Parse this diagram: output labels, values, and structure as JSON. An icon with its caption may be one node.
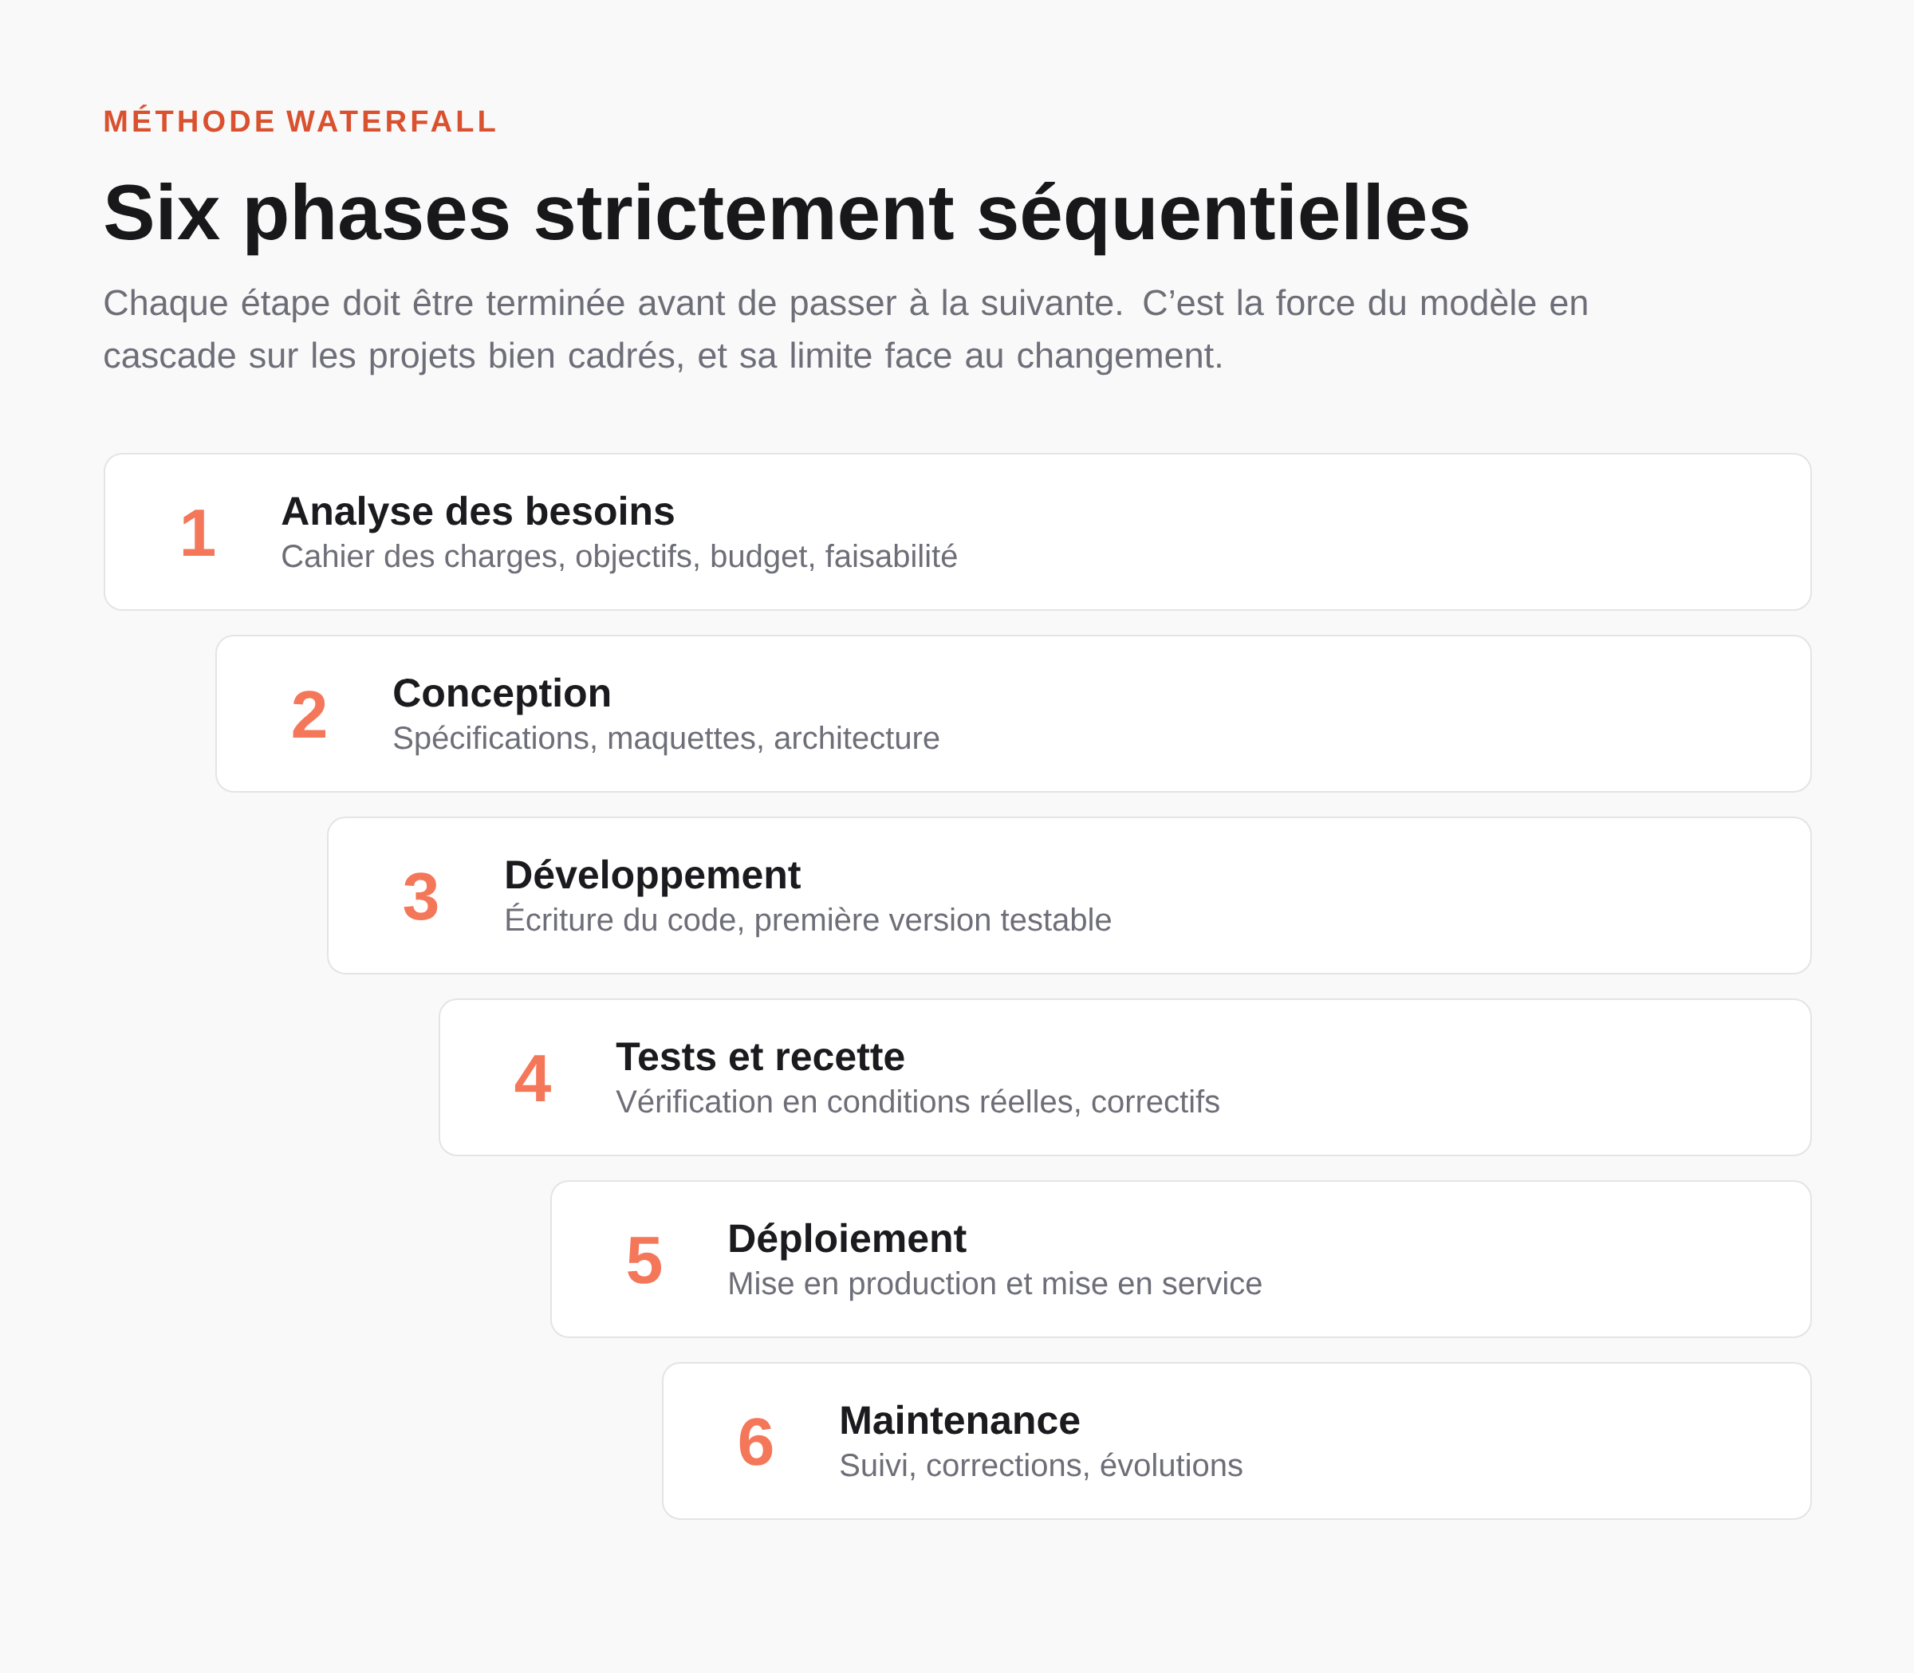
{
  "diagram": {
    "title": "Six phases strictement séquentielles",
    "nodes": [
      {
        "text": [
          "1",
          "Analyse des besoins",
          "Cahier des charges, objectifs, budget, faisabilité"
        ]
      },
      {
        "text": [
          "2",
          "Conception",
          "Spécifications, maquettes, architecture"
        ]
      },
      {
        "text": [
          "3",
          "Développement",
          "Écriture du code, première version testable"
        ]
      },
      {
        "text": [
          "4",
          "Tests et recette",
          "Vérification en conditions réelles, correctifs"
        ]
      },
      {
        "text": [
          "5",
          "Déploiement",
          "Mise en production et mise en service"
        ]
      },
      {
        "text": [
          "6",
          "Maintenance",
          "Suivi, corrections, évolutions"
        ]
      }
    ],
    "labels": [
      "MÉTHODE WATERFALL",
      "Chaque étape doit être terminée avant de passer à la suivante. C’est la force du modèle en cascade sur les projets bien cadrés, et sa limite face au changement."
    ]
  }
}
